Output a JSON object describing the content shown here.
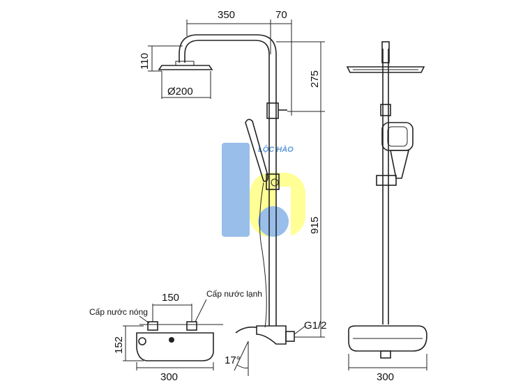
{
  "dimensions": {
    "arm_length": "350",
    "offset": "70",
    "head_height": "110",
    "head_diameter": "Ø200",
    "upper_height": "275",
    "rail_height": "915",
    "thread": "G1/2",
    "angle": "17°",
    "valve_centers": "150",
    "valve_height": "152",
    "valve_width": "300",
    "side_width": "300"
  },
  "labels": {
    "hot_water": "Cấp nước nóng",
    "cold_water": "Cấp nước lạnh"
  },
  "watermark": {
    "text": "LỘC HÀO",
    "color_blue": "#8fb8e8",
    "color_yellow": "#ffff8a"
  }
}
